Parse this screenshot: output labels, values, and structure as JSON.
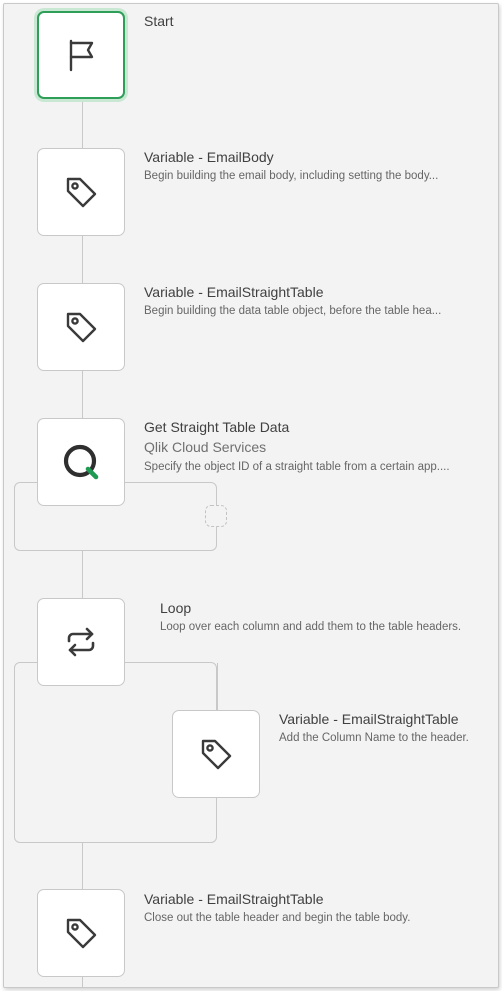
{
  "blocks": {
    "start": {
      "title": "Start",
      "icon": "flag-icon"
    },
    "email_body": {
      "title": "Variable - EmailBody",
      "description": "Begin building the email body, including setting the body...",
      "icon": "tag-icon"
    },
    "email_straight_table_1": {
      "title": "Variable - EmailStraightTable",
      "description": "Begin building the data table object, before the table hea...",
      "icon": "tag-icon"
    },
    "get_straight_table_data": {
      "title": "Get Straight Table Data",
      "subtitle": "Qlik Cloud Services",
      "description": "Specify the object ID of a straight table from a certain app....",
      "icon": "qlik-logo-icon"
    },
    "loop": {
      "title": "Loop",
      "description": "Loop over each column and add them to the table headers.",
      "icon": "loop-icon"
    },
    "email_straight_table_2": {
      "title": "Variable - EmailStraightTable",
      "description": "Add the Column Name to the header.",
      "icon": "tag-icon"
    },
    "email_straight_table_3": {
      "title": "Variable - EmailStraightTable",
      "description": "Close out the table header and begin the table body.",
      "icon": "tag-icon"
    }
  },
  "colors": {
    "start_border": "#2e9e58",
    "qlik_green": "#1e9b53",
    "icon_dark": "#3a3a3a",
    "connector": "#c8c8c8"
  }
}
